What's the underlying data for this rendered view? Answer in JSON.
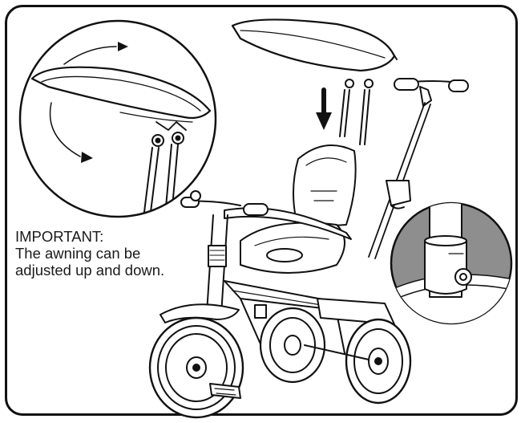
{
  "note": {
    "heading": "IMPORTANT:",
    "line1": "The awning can be",
    "line2": "adjusted up and down."
  },
  "illustration": {
    "subject": "children's tricycle with canopy and push handle",
    "callouts": [
      "canopy-adjustment-detail",
      "push-bar-clip-detail"
    ]
  },
  "colors": {
    "line": "#111111",
    "detail_fill": "#8e8e8e",
    "background": "#ffffff"
  }
}
